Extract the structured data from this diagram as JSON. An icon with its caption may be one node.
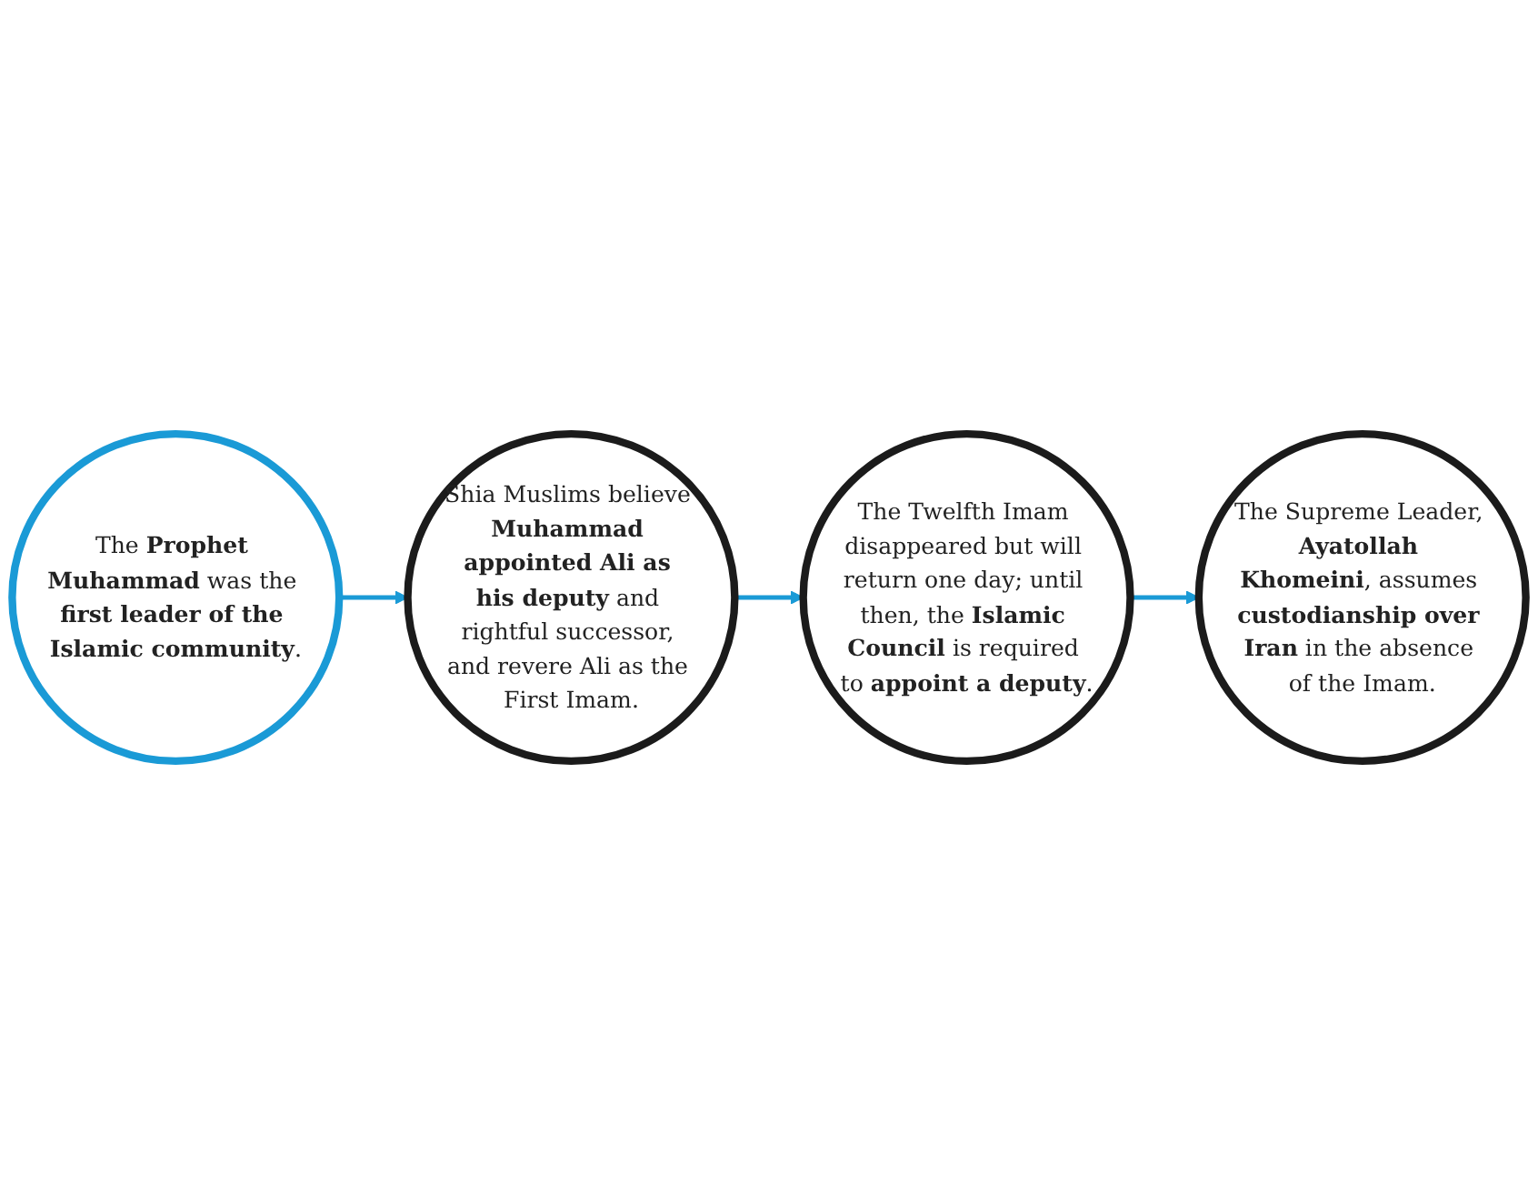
{
  "diagram": {
    "nodes": [
      {
        "text": [
          "The **Prophet Muhammad** was the **first leader of the Islamic community**."
        ]
      },
      {
        "text": [
          "Shia Muslims believe **Muhammad appointed Ali as his deputy** and rightful successor, and revere Ali as the First Imam."
        ]
      },
      {
        "text": [
          "The Supreme Leader, **Ayatollah Khomeini**, assumes **custodianship over Iran** in the absence of the Imam."
        ]
      },
      {
        "text": [
          "The Twelfth Imam disappeared but will return one day; until then, the **Islamic Council** is required to **appoint a deputy**."
        ]
      }
    ],
    "edges": [
      {
        "from": 0,
        "to": 1,
        "arrow": "to"
      },
      {
        "from": 1,
        "to": 3,
        "arrow": "to"
      },
      {
        "from": 3,
        "to": 2,
        "arrow": "to"
      }
    ]
  }
}
